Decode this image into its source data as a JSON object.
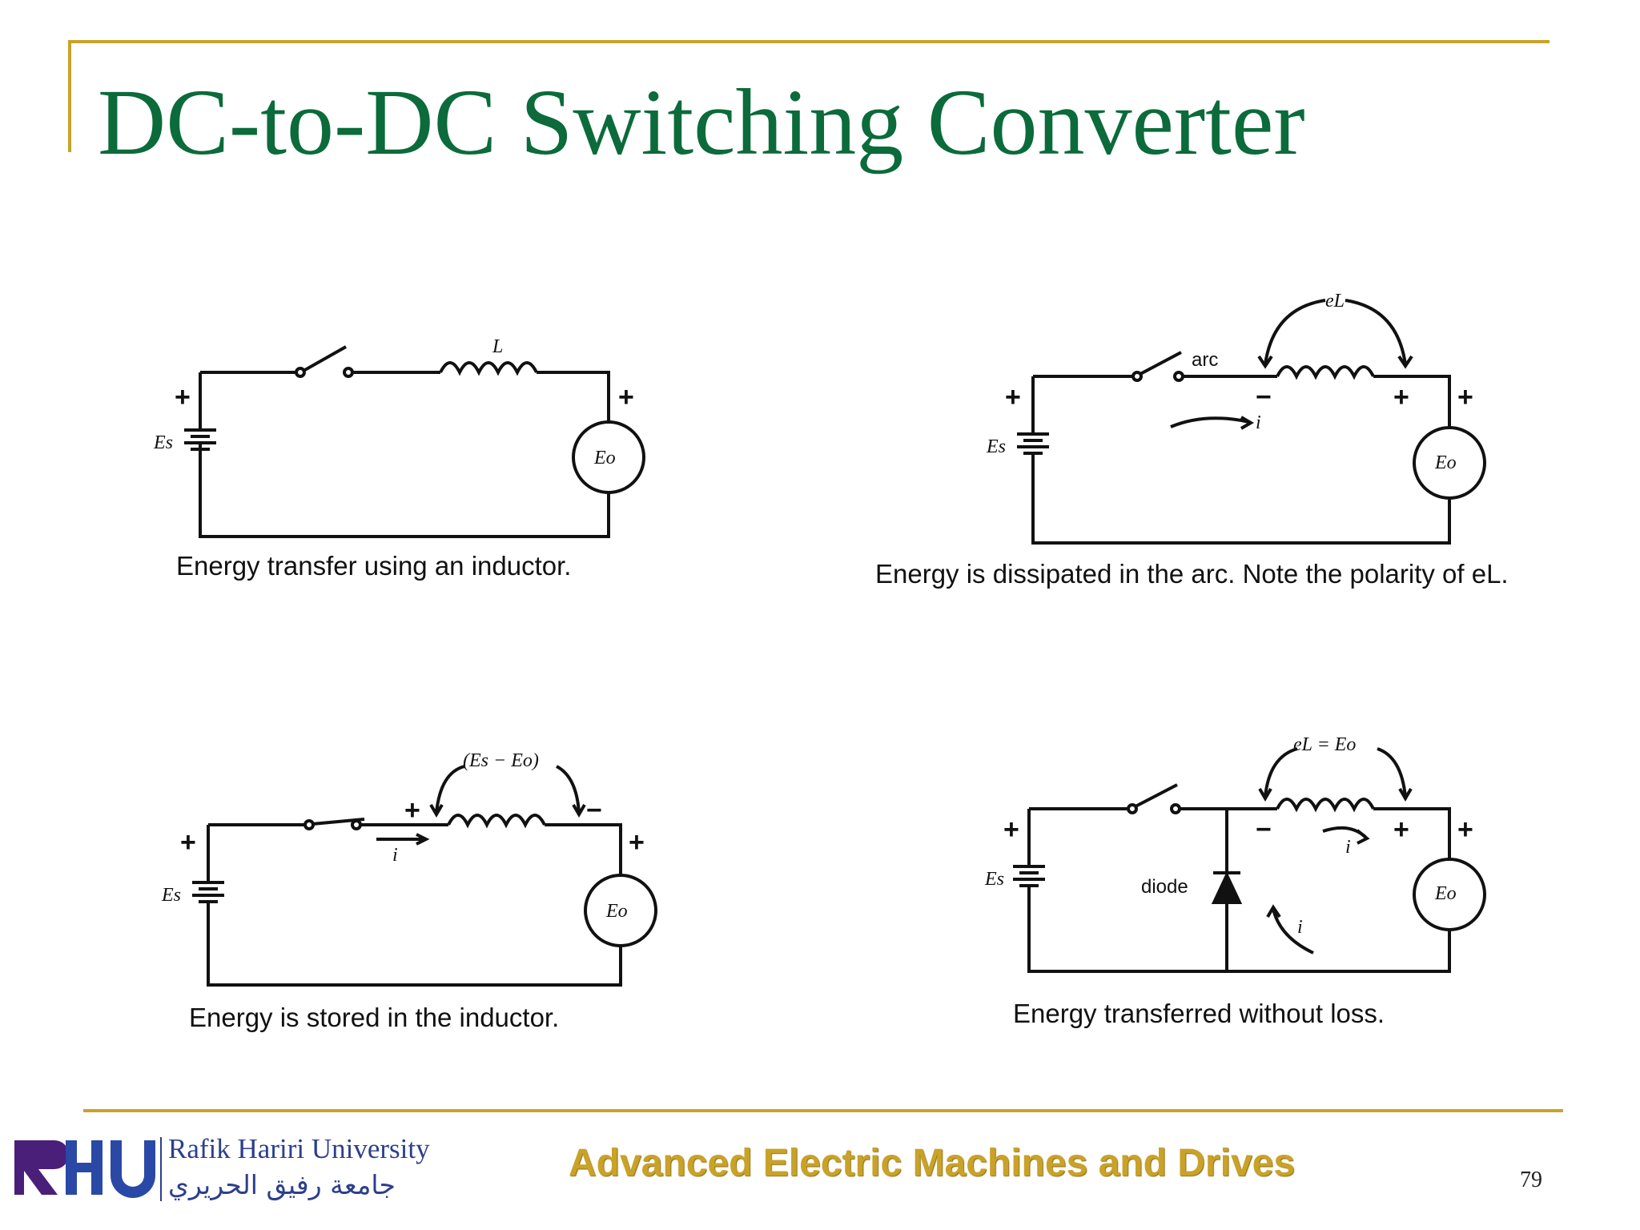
{
  "slide": {
    "title": "DC-to-DC Switching Converter",
    "page_number": "79",
    "course": "Advanced Electric Machines and Drives"
  },
  "university": {
    "logo_text": "RHU",
    "name_en": "Rafik Hariri University",
    "name_ar": "جامعة رفيق الحريري"
  },
  "circuits": {
    "c1": {
      "caption": "Energy transfer using an inductor.",
      "inductor": "L",
      "source": "Es",
      "load": "Eo"
    },
    "c2": {
      "caption": "Energy is dissipated in the arc. Note the polarity of eL.",
      "arc": "arc",
      "eL": "eL",
      "current": "i",
      "source": "Es",
      "load": "Eo"
    },
    "c3": {
      "caption": "Energy is stored in the inductor.",
      "voltage": "(Es − Eo)",
      "current": "i",
      "source": "Es",
      "load": "Eo"
    },
    "c4": {
      "caption": "Energy transferred without loss.",
      "voltage": "eL = Eo",
      "diode": "diode",
      "current": "i",
      "source": "Es",
      "load": "Eo"
    }
  },
  "symbols": {
    "plus": "+",
    "minus": "−"
  }
}
